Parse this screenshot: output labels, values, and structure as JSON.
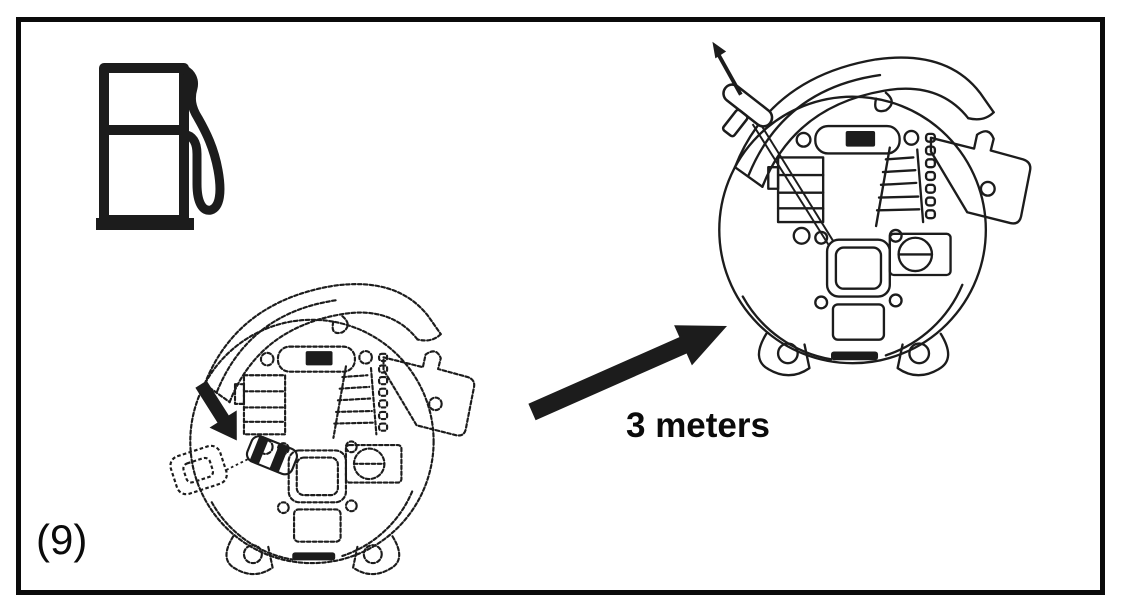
{
  "canvas": {
    "background": "#ffffff",
    "ink_color": "#1c1c1c",
    "frame_color": "#0b0b0b"
  },
  "figure": {
    "number_label": "(9)",
    "distance_label": "3 meters"
  },
  "icons": [
    "fuel-pump-icon",
    "refuel-point-arrow-icon",
    "move-away-arrow-icon",
    "starter-pull-arrow-icon"
  ],
  "illustrations": [
    "engine-refueling-view",
    "engine-starting-view"
  ]
}
